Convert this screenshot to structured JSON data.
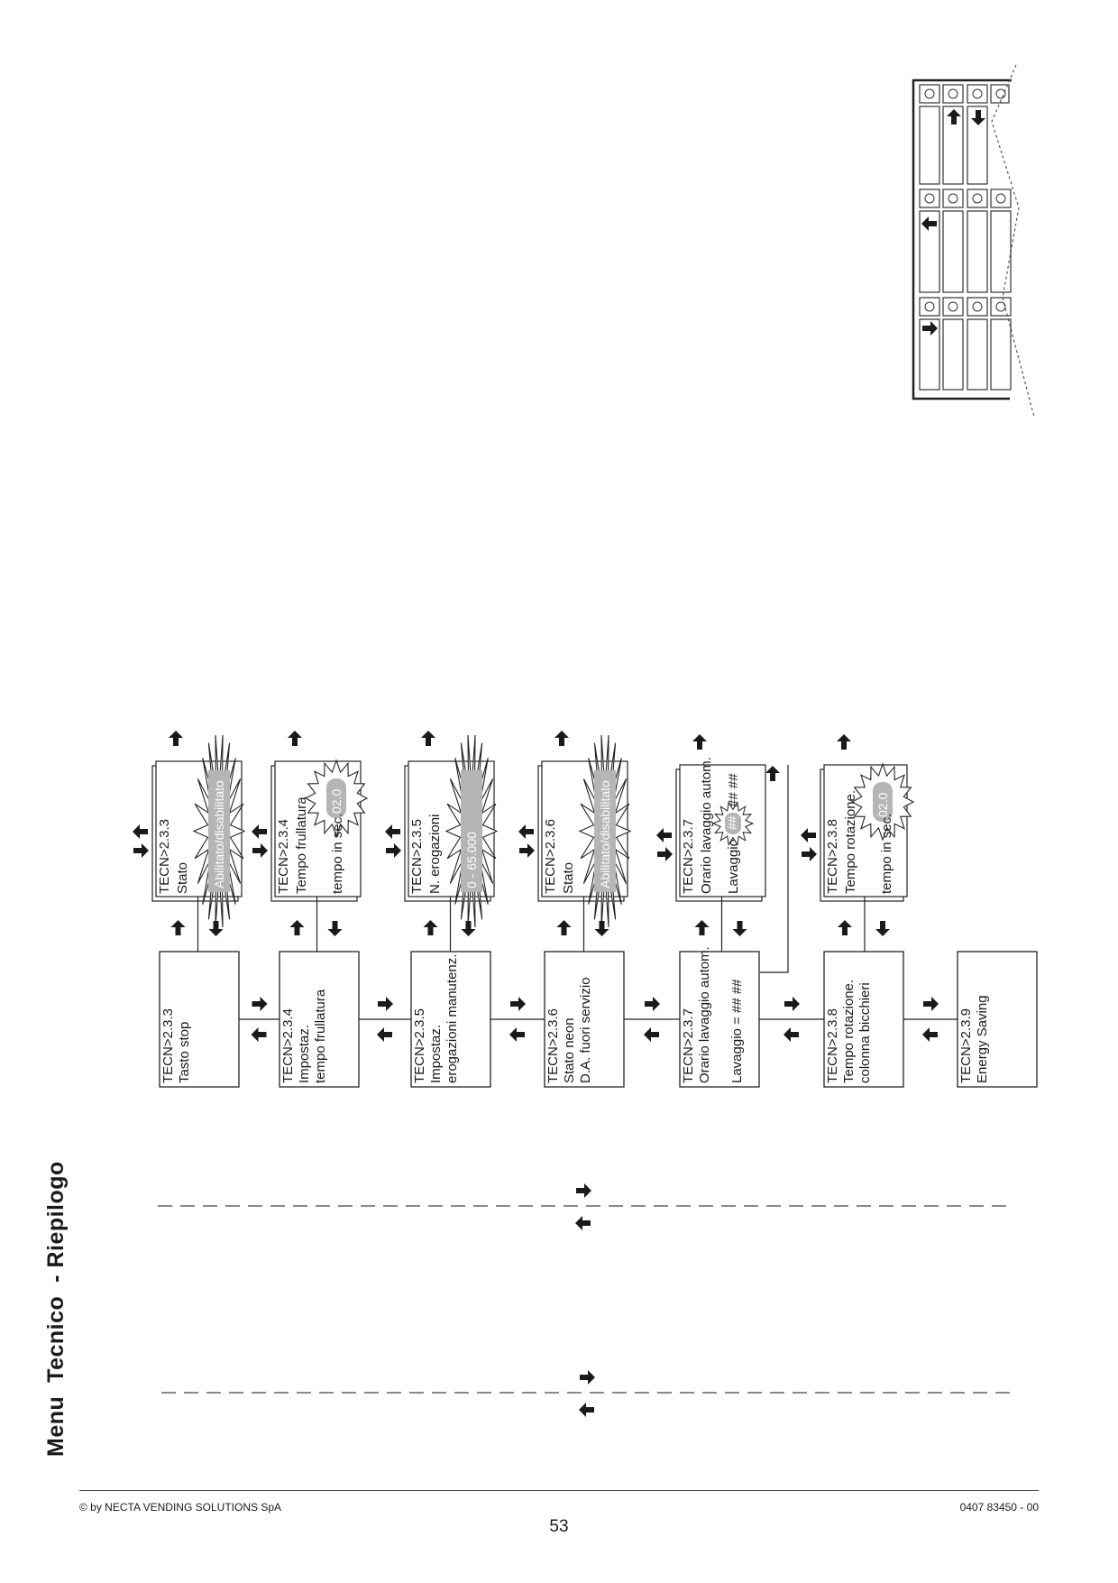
{
  "title": "Menu  Tecnico  - Riepilogo",
  "footer": {
    "copyright": "© by NECTA VENDING SOLUTIONS SpA",
    "doc_ref": "0407 83450 - 00",
    "page_number": "53"
  },
  "menu_boxes": [
    {
      "lines": [
        "TECN>2.3.3",
        "Tasto stop"
      ]
    },
    {
      "lines": [
        "TECN>2.3.4",
        "Impostaz.",
        "tempo frullatura"
      ]
    },
    {
      "lines": [
        "TECN>2.3.5",
        "Impostaz.",
        "erogazioni manutenz."
      ]
    },
    {
      "lines": [
        "TECN>2.3.6",
        "Stato neon",
        "D.A. fuori servizio"
      ]
    },
    {
      "lines": [
        "TECN>2.3.7",
        "Orario lavaggio autom.",
        "",
        "Lavaggio = ## ##"
      ]
    },
    {
      "lines": [
        "TECN>2.3.8",
        "Tempo rotazione.",
        "colonna bicchieri"
      ]
    },
    {
      "lines": [
        "TECN>2.3.9",
        "Energy Saving"
      ]
    }
  ],
  "sub_boxes": [
    {
      "lines": [
        "TECN>2.3.3",
        "Stato"
      ],
      "value": "Abilitato/disabilitato",
      "value_style": "long"
    },
    {
      "lines": [
        "TECN>2.3.4",
        "Tempo frullatura",
        "",
        "tempo  in sec."
      ],
      "value": "02.0",
      "value_style": "short"
    },
    {
      "lines": [
        "TECN>2.3.5",
        "N. erogazioni"
      ],
      "value": "0 - 65.000",
      "value_style": "long"
    },
    {
      "lines": [
        "TECN>2.3.6",
        "Stato"
      ],
      "value": "Abilitato/disabilitato",
      "value_style": "long"
    },
    {
      "lines": [
        "TECN>2.3.7",
        "Orario lavaggio autom.",
        "",
        "Lavaggio = ",
        "## ##"
      ],
      "value": "##",
      "value_style": "tiny"
    },
    {
      "lines": [
        "TECN>2.3.8",
        "Tempo rotazione.",
        "",
        "tempo  in sec."
      ],
      "value": "02.0",
      "value_style": "short"
    }
  ],
  "colors": {
    "ink": "#1a1a1a",
    "highlight": "#b5b5b5",
    "page": "#ffffff"
  },
  "icons": [
    "arrow-right-icon",
    "arrow-left-icon",
    "arrow-up-icon",
    "arrow-down-icon",
    "button-circle-icon",
    "keypad-diagram"
  ]
}
